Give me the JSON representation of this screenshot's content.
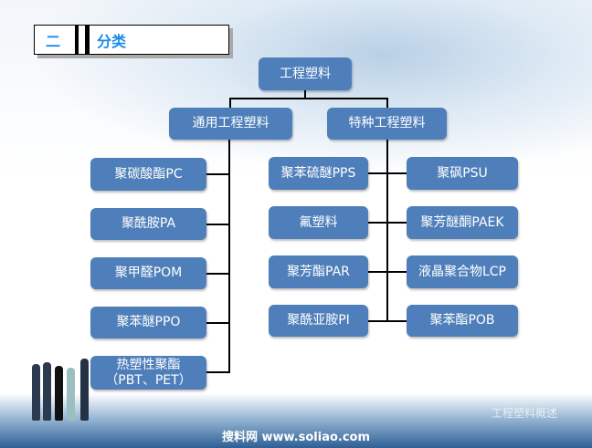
{
  "section": {
    "number": "二",
    "title": "分类"
  },
  "root": "工程塑料",
  "branches": [
    "通用工程塑料",
    "特种工程塑料"
  ],
  "general": [
    "聚碳酸酯PC",
    "聚酰胺PA",
    "聚甲醛POM",
    "聚苯醚PPO",
    "热塑性聚酯\n（PBT、PET）"
  ],
  "special_left": [
    "聚苯硫醚PPS",
    "氟塑料",
    "聚芳酯PAR",
    "聚酰亚胺PI"
  ],
  "special_right": [
    "聚砜PSU",
    "聚芳醚酮PAEK",
    "液晶聚合物LCP",
    "聚苯酯POB"
  ],
  "footer": {
    "site": "搜料网 www.soliao.com",
    "caption": "工程塑料概述"
  }
}
